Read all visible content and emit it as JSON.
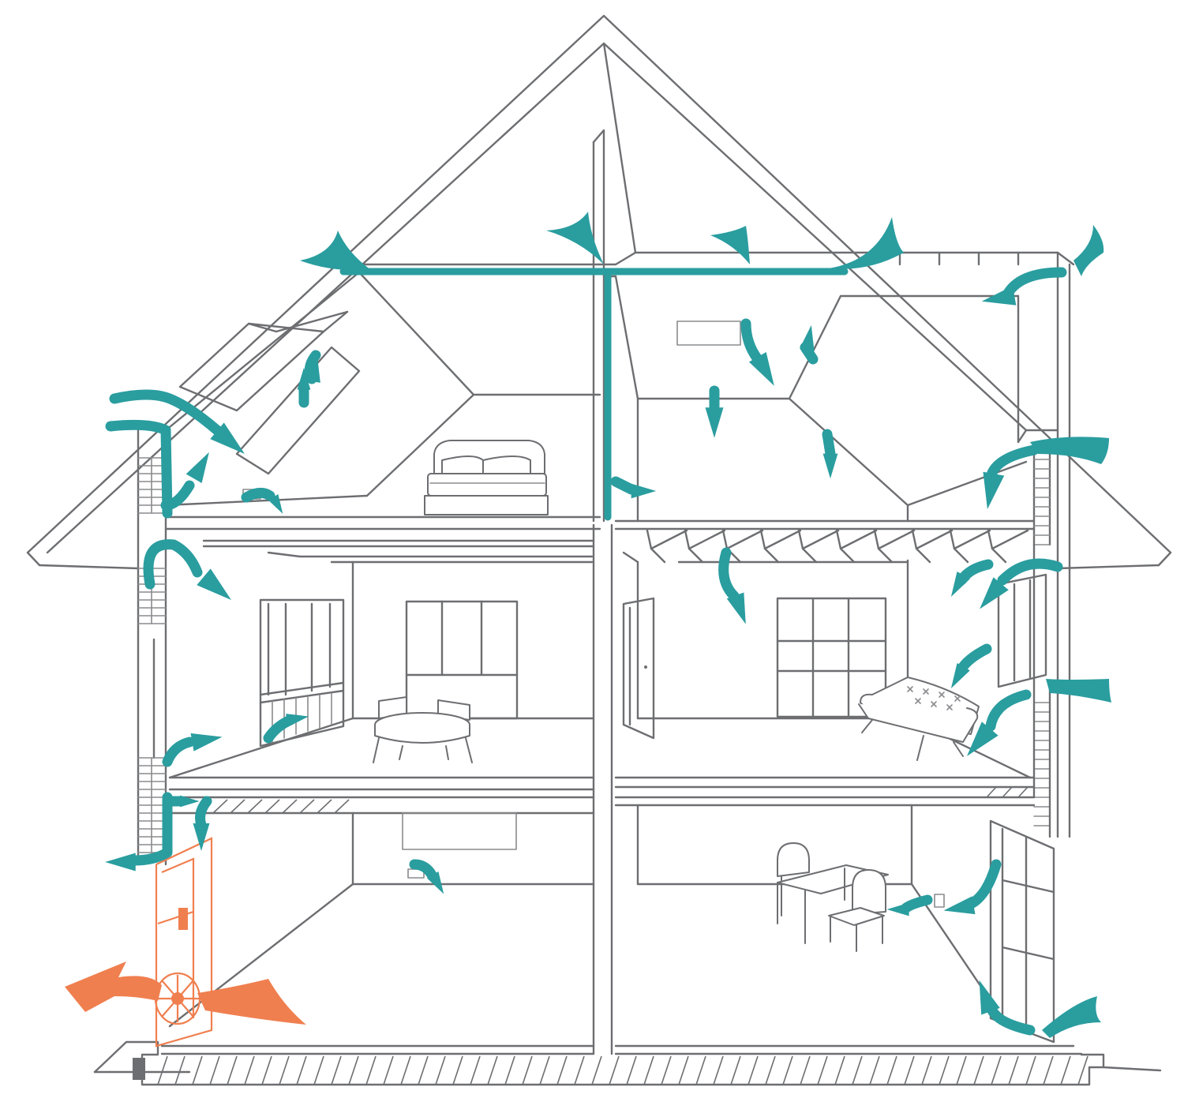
{
  "diagram": {
    "colors": {
      "outline": "#6d6e71",
      "airflow": "#2a9d9f",
      "ventilation_unit": "#f07f4f",
      "background": "#ffffff"
    },
    "icons": {
      "airflow_arrow": "curved-arrow-icon",
      "ventilation_unit": "ventilation-fan-icon"
    },
    "rooms": {
      "attic_left": "bedroom",
      "attic_right": "attic-room",
      "first_floor_left": "dining-room",
      "first_floor_right": "living-room",
      "ground_floor_left": "utility-room",
      "ground_floor_right": "kitchen"
    }
  }
}
